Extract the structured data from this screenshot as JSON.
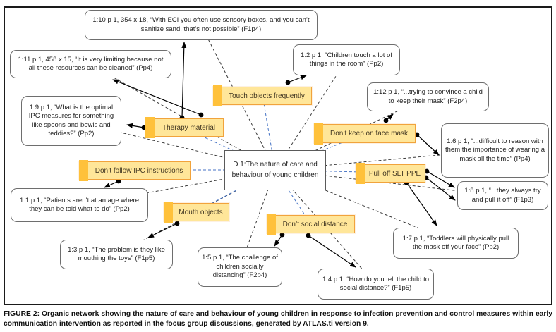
{
  "central_node": {
    "label": "D 1:The nature of care and behaviour of young children"
  },
  "codes": [
    {
      "label": "Touch objects frequently"
    },
    {
      "label": "Therapy material"
    },
    {
      "label": "Don’t follow IPC instructions"
    },
    {
      "label": "Mouth objects"
    },
    {
      "label": "Don’t social distance"
    },
    {
      "label": "Don’t keep on face mask"
    },
    {
      "label": "Pull off SLT PPE"
    }
  ],
  "quotes": [
    {
      "id": "1:10",
      "text": "1:10 p 1, 354 x 18, “With ECI you often use sensory boxes, and you can’t sanitize sand, that’s not possible” (F1p4)"
    },
    {
      "id": "1:11",
      "text": "1:11 p 1, 458 x 15, “It is very limiting because not all these resources can be cleaned” (Pp4)"
    },
    {
      "id": "1:9",
      "text": "1:9 p 1, “What is the optimal IPC  measures for something like spoons and bowls and teddies?” (Pp2)"
    },
    {
      "id": "1:1",
      "text": "1:1 p 1, “Patients aren’t at an age where they can be told what to do” (Pp2)"
    },
    {
      "id": "1:3",
      "text": "1:3 p 1, “The problem is they  like mouthing  the toys” (F1p5)"
    },
    {
      "id": "1:5",
      "text": "1:5 p 1, “The challenge of  children socially distancing” (F2p4)"
    },
    {
      "id": "1:4",
      "text": "1:4 p 1, “How do you tell the child to  social distance?” (F1p5)"
    },
    {
      "id": "1:7",
      "text": "1:7 p 1, “Toddlers will physically pull the mask off your face” (Pp2)"
    },
    {
      "id": "1:8",
      "text": "1:8 p 1, “...they always try and pull it off” (F1p3)"
    },
    {
      "id": "1:6",
      "text": "1:6 p 1, “...difficult to reason with them the importance of wearing a mask all the time” (Pp4)"
    },
    {
      "id": "1:12",
      "text": "1:12 p 1, “...trying to convince a child to keep their mask” (F2p4)"
    },
    {
      "id": "1:2",
      "text": "1:2 p 1, “Children touch a lot of things in the room” (Pp2)"
    }
  ],
  "caption": {
    "label": "FIGURE 2:",
    "text": " Organic network showing the nature of care and behaviour of young children in response to infection prevention and control measures within early communication intervention as reported in the focus group discussions, generated by ATLAS.ti version 9."
  },
  "colors": {
    "code_fill": "#ffe699",
    "code_stripe": "#ffc13b",
    "code_border": "#f1a33c",
    "code_document_link": "#4472c4",
    "quote_document_link": "#3a3a3a",
    "connector": "#000000"
  }
}
